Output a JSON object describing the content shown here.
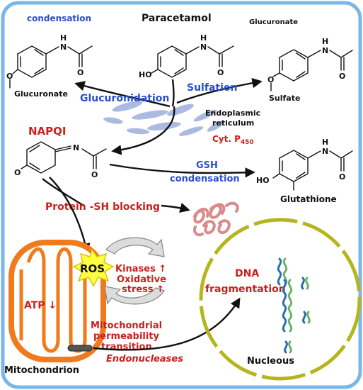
{
  "labels": {
    "paracetamol": "Paracetamol",
    "condensation": "condensation",
    "glucuronate_top": "Glucuronate",
    "glucuronate_left": "Glucuronate",
    "glucuronidation": "Glucuronidation",
    "sulfation": "Sulfation",
    "sulfate": "Sulfate",
    "er_line1": "Endoplasmic",
    "er_line2": "reticulum",
    "cyt": "Cyt. P",
    "cyt_sub": "450",
    "napqi": "NAPQI",
    "gsh_line1": "GSH",
    "gsh_line2": "condensation",
    "glutathione": "Glutathione",
    "protein_sh": "Protein -SH blocking",
    "ros": "ROS",
    "kinases": "Kinases ↑",
    "oxidative": "Oxidative",
    "stress": "stress ↑",
    "atp": "ATP ↓",
    "mpt_line1": "Mitochondrial",
    "mpt_line2": "permeability",
    "mpt_line3": "transition",
    "endonucleases": "Endonucleases",
    "dna_line1": "DNA",
    "dna_line2": "fragmentation",
    "mitochondrion": "Mitochondrion",
    "nucleous": "Nucleous"
  },
  "atoms": {
    "H": "H",
    "N": "N",
    "O": "O",
    "HO": "HO"
  },
  "colors": {
    "frame": "#7bb7e6",
    "text_blue": "#2a4fd0",
    "text_red": "#c8211e",
    "mito_outer": "#f07b1c",
    "nucleus_ring": "#b5b51e",
    "ros_burst": "#ffff44",
    "er": "#8fa4d8",
    "protein": "#d98a8a"
  }
}
